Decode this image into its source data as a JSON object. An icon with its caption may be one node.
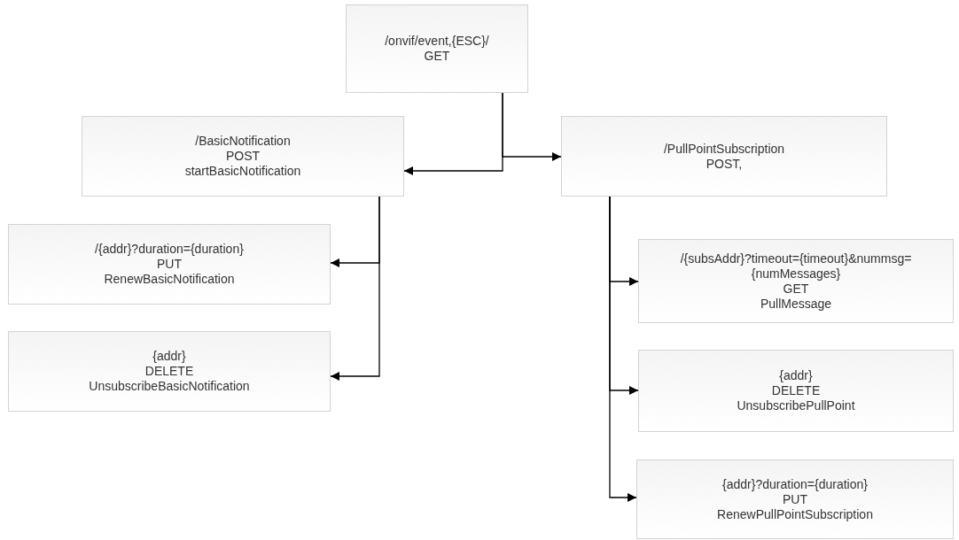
{
  "diagram": {
    "nodes": [
      {
        "text": [
          "/onvif/event,{ESC}/",
          "GET"
        ]
      },
      {
        "text": [
          "/BasicNotification",
          "POST",
          "startBasicNotification"
        ]
      },
      {
        "text": [
          "/PullPointSubscription",
          "POST,"
        ]
      },
      {
        "text": [
          "/{addr}?duration={duration}",
          "PUT",
          "RenewBasicNotification"
        ]
      },
      {
        "text": [
          "{addr}",
          "DELETE",
          "UnsubscribeBasicNotification"
        ]
      },
      {
        "text": [
          "/{subsAddr}?timeout={timeout}&nummsg={numMessages}",
          "GET",
          "PullMessage"
        ]
      },
      {
        "text": [
          "{addr}",
          "DELETE",
          "UnsubscribePullPoint"
        ]
      },
      {
        "text": [
          "{addr}?duration={duration}",
          "PUT",
          "RenewPullPointSubscription"
        ]
      }
    ],
    "edges": [
      {
        "from": 0,
        "to": 1,
        "arrow": "to"
      },
      {
        "from": 0,
        "to": 2,
        "arrow": "to"
      },
      {
        "from": 1,
        "to": 3,
        "arrow": "to"
      },
      {
        "from": 1,
        "to": 4,
        "arrow": "to"
      },
      {
        "from": 2,
        "to": 5,
        "arrow": "to"
      },
      {
        "from": 2,
        "to": 6,
        "arrow": "to"
      },
      {
        "from": 2,
        "to": 7,
        "arrow": "to"
      }
    ]
  }
}
